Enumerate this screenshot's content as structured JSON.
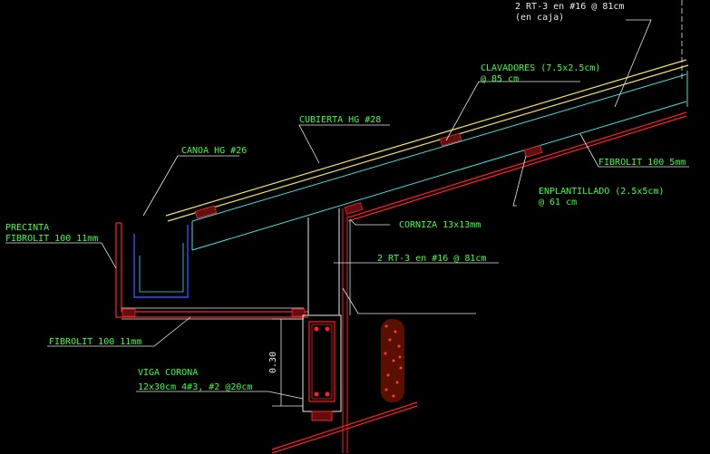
{
  "labels": {
    "rt3_top": "2 RT-3  en  #16  @  81cm",
    "en_caja": "(en  caja)",
    "clavadores": "CLAVADORES  (7.5x2.5cm)",
    "clavadores_spacing": "@  85  cm",
    "cubierta": "CUBIERTA  HG  #28",
    "canoa": "CANOA  HG  #26",
    "fibrolit_5mm": "FIBROLIT  100  5mm",
    "enplantillado": "ENPLANTILLADO  (2.5x5cm)",
    "enplantillado_spacing": "@  61  cm",
    "precinta_1": "PRECINTA",
    "precinta_2": "FIBROLIT  100  11mm",
    "corniza": "CORNIZA  13x13mm",
    "rt3_mid": "2  RT-3  en  #16  @  81cm",
    "fibrolit_11mm": "FIBROLIT  100  11mm",
    "viga_corona": "VIGA  CORONA",
    "viga_spec": "12x30cm  4#3,  #2  @20cm",
    "dim_030": "0.30"
  },
  "colors": {
    "background": "#000000",
    "roof_yellow": "#f0e060",
    "cyan": "#40e0e0",
    "red": "#ff2020",
    "white": "#e8e8e8",
    "green_text": "#3cff3c",
    "blue": "#3050ff",
    "gray": "#a0a0a0"
  }
}
